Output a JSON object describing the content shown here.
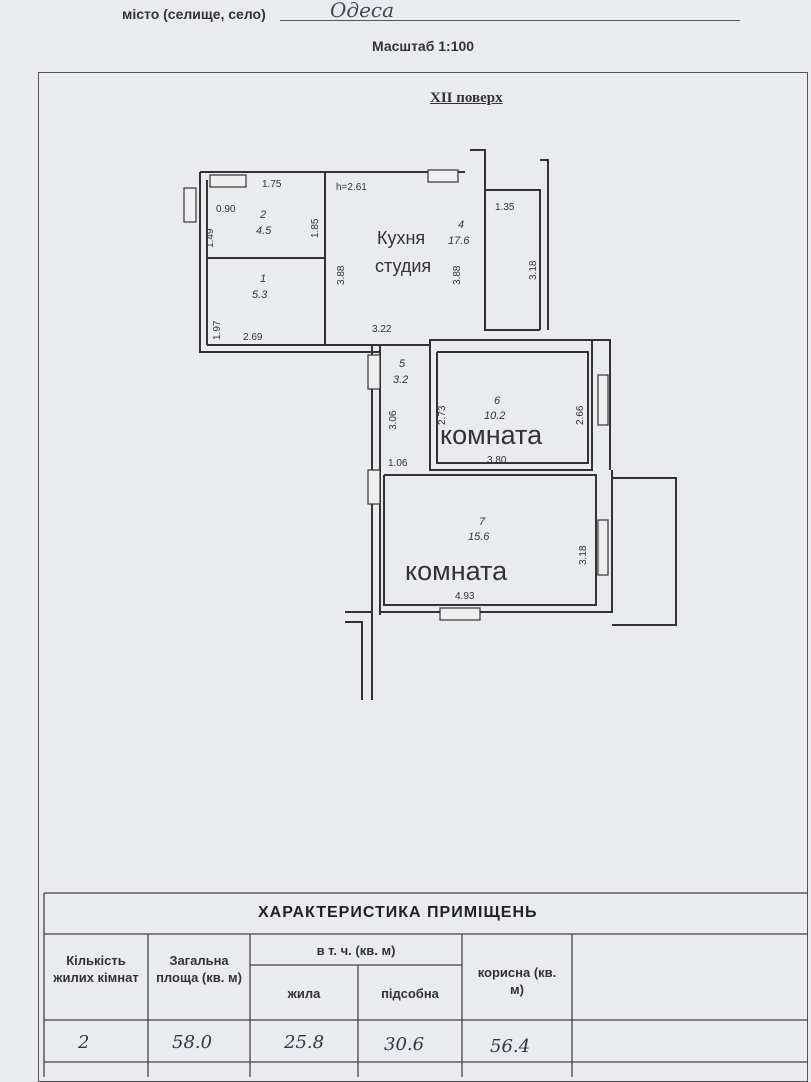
{
  "header": {
    "city_label": "місто (селище, село)",
    "city_value": "Одеса",
    "scale": "Масштаб 1:100",
    "floor": "XII поверх"
  },
  "plan": {
    "rooms": [
      {
        "num": "1",
        "area": "5.3"
      },
      {
        "num": "2",
        "area": "4.5"
      },
      {
        "num": "4",
        "area": "17.6"
      },
      {
        "num": "5",
        "area": "3.2"
      },
      {
        "num": "6",
        "area": "10.2"
      },
      {
        "num": "7",
        "area": "15.6"
      }
    ],
    "dimensions": {
      "d1": "1.75",
      "d2": "0.90",
      "d3": "1.49",
      "d4": "1.85",
      "d5": "h=2.61",
      "d6": "1.35",
      "d7": "3.88",
      "d8": "3.88",
      "d9": "3.18",
      "d10": "1.97",
      "d11": "2.69",
      "d12": "3.22",
      "d13": "3.06",
      "d14": "2.73",
      "d15": "2.66",
      "d16": "1.06",
      "d17": "3.80",
      "d18": "3.18",
      "d19": "4.93"
    },
    "labels": {
      "kitchen_line1": "Кухня",
      "kitchen_line2": "студия",
      "room6": "комната",
      "room7": "комната"
    }
  },
  "table": {
    "title": "ХАРАКТЕРИСТИКА ПРИМІЩЕНЬ",
    "col_rooms": "Кількість жилих кімнат",
    "col_total": "Загальна площа (кв. м)",
    "col_incl": "в т. ч. (кв. м)",
    "col_living": "жила",
    "col_aux": "підсобна",
    "col_useful": "корисна (кв. м)",
    "values": {
      "rooms": "2",
      "total": "58.0",
      "living": "25.8",
      "aux": "30.6",
      "useful": "56.4"
    }
  }
}
